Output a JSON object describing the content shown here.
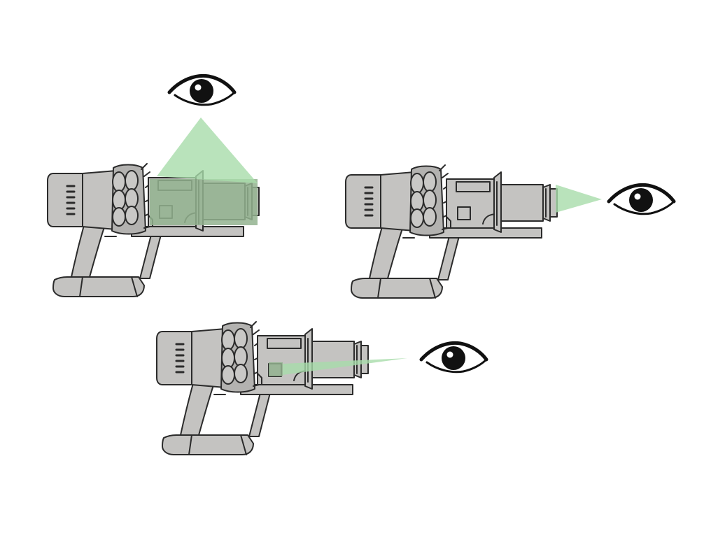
{
  "scene": {
    "colors": {
      "background": "#ffffff",
      "device_body": "#c4c3c1",
      "outline": "#2b2b2b",
      "sight_beam": "#a8dcaa",
      "highlighted_bin": "#93b38f"
    },
    "views": [
      {
        "id": "view-top",
        "eye_position": "above",
        "bin_highlighted": "full"
      },
      {
        "id": "view-end",
        "eye_position": "in-line-right",
        "bin_highlighted": "none"
      },
      {
        "id": "view-angled",
        "eye_position": "right-level",
        "bin_highlighted": "window"
      }
    ],
    "icons": [
      "eye-icon",
      "handheld-vacuum-icon"
    ]
  }
}
